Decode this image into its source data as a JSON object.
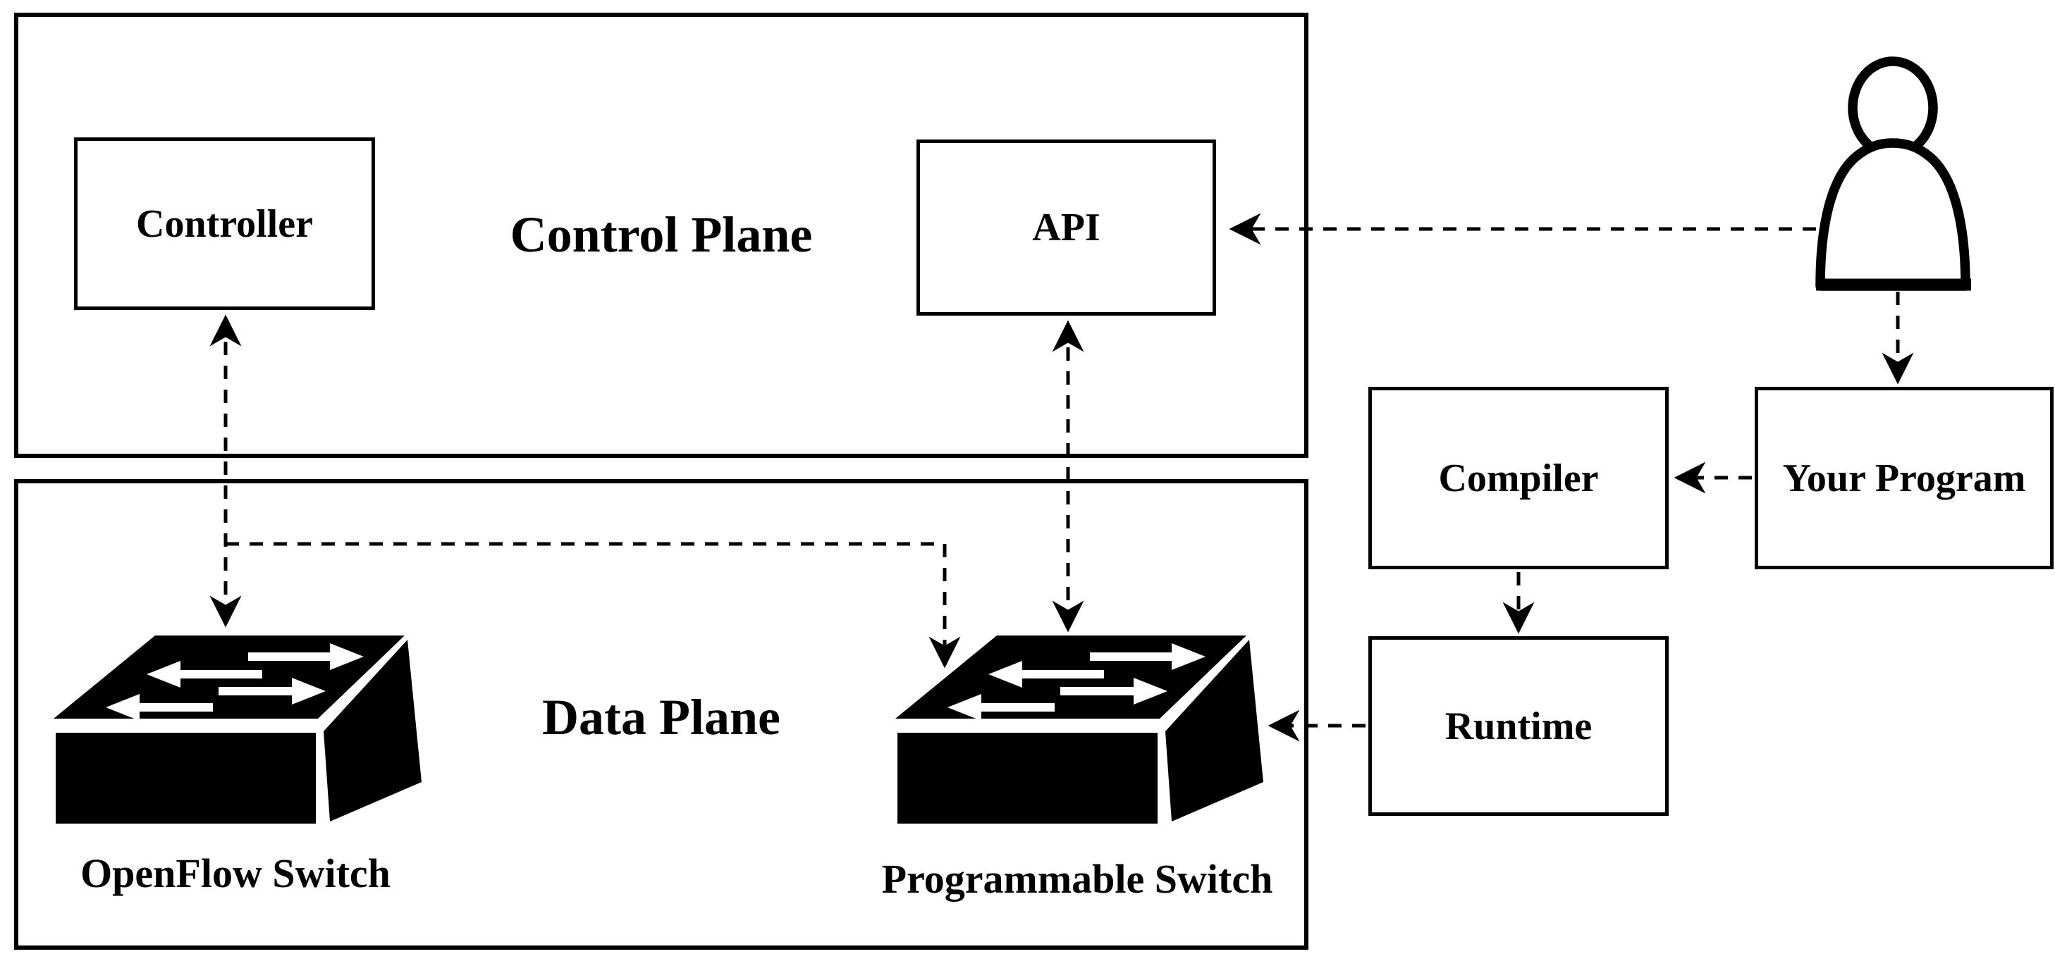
{
  "planes": {
    "control": {
      "title": "Control Plane"
    },
    "data": {
      "title": "Data Plane"
    }
  },
  "nodes": {
    "controller": {
      "label": "Controller"
    },
    "api": {
      "label": "API"
    },
    "openflow_switch": {
      "label": "OpenFlow Switch"
    },
    "programmable_switch": {
      "label": "Programmable Switch"
    },
    "compiler": {
      "label": "Compiler"
    },
    "your_program": {
      "label": "Your Program"
    },
    "runtime": {
      "label": "Runtime"
    }
  },
  "icons": {
    "user": "person-icon",
    "openflow_switch": "network-switch-icon",
    "programmable_switch": "network-switch-icon"
  },
  "edges": [
    {
      "from": "controller",
      "to": "openflow-switch",
      "style": "dashed",
      "arrows": "both"
    },
    {
      "from": "controller",
      "to": "programmable-switch",
      "style": "dashed",
      "arrows": "to"
    },
    {
      "from": "api",
      "to": "programmable-switch",
      "style": "dashed",
      "arrows": "both"
    },
    {
      "from": "user",
      "to": "api",
      "style": "dashed",
      "arrows": "to"
    },
    {
      "from": "user",
      "to": "your-program",
      "style": "dashed",
      "arrows": "to"
    },
    {
      "from": "your-program",
      "to": "compiler",
      "style": "dashed",
      "arrows": "to"
    },
    {
      "from": "compiler",
      "to": "runtime",
      "style": "dashed",
      "arrows": "to"
    },
    {
      "from": "runtime",
      "to": "programmable-switch",
      "style": "dashed",
      "arrows": "to"
    }
  ],
  "colors": {
    "ink": "#000000",
    "paper": "#ffffff"
  }
}
